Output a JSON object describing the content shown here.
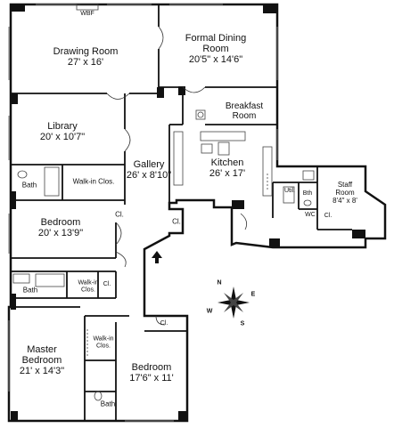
{
  "rooms": {
    "drawing_room": {
      "name": "Drawing Room",
      "dims": "27' x 16'"
    },
    "formal_dining": {
      "name_l1": "Formal Dining",
      "name_l2": "Room",
      "dims": "20'5\" x 14'6\""
    },
    "breakfast_room": {
      "name_l1": "Breakfast",
      "name_l2": "Room"
    },
    "library": {
      "name": "Library",
      "dims": "20' x 10'7\""
    },
    "gallery": {
      "name": "Gallery",
      "dims": "26' x 8'10\""
    },
    "kitchen": {
      "name": "Kitchen",
      "dims": "26' x 17'"
    },
    "staff_room": {
      "name_l1": "Staff",
      "name_l2": "Room",
      "dims": "8'4\" x 8'"
    },
    "bedroom1": {
      "name": "Bedroom",
      "dims": "20' x 13'9\""
    },
    "master_bedroom": {
      "name_l1": "Master",
      "name_l2": "Bedroom",
      "dims": "21' x 14'3\""
    },
    "bedroom2": {
      "name": "Bedroom",
      "dims": "17'6\" x 11'"
    }
  },
  "small_labels": {
    "wbf": "WBF",
    "bath_top": "Bath",
    "walkin_top": "Walk-in Clos.",
    "cl_gallery": "Cl.",
    "cl_entry": "Cl.",
    "bath_mid": "Bath",
    "walkin_mid_l1": "Walk-in",
    "walkin_mid_l2": "Clos.",
    "cl_mid": "Cl.",
    "walkin_bottom_l1": "Walk-in",
    "walkin_bottom_l2": "Clos.",
    "cl_bottom": "Cl.",
    "bath_bottom": "Bath",
    "util": "Util.",
    "bath_staff": "Bth",
    "wc": "WC",
    "cl_staff": "Cl."
  },
  "compass": {
    "n": "N",
    "e": "E",
    "s": "S",
    "w": "W"
  }
}
